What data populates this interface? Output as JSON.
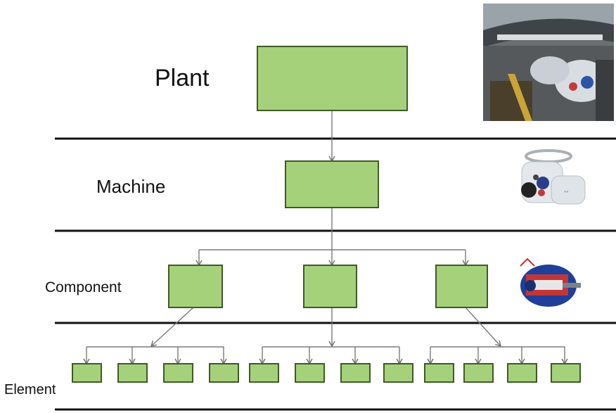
{
  "levels": {
    "plant": "Plant",
    "machine": "Machine",
    "component": "Component",
    "element": "Element"
  },
  "colors": {
    "box_fill": "#a6d17b",
    "box_stroke": "#3f5a25",
    "connector": "#7a7a7a",
    "divider": "#111111"
  },
  "icons": {
    "plant": "industrial-plant-photo",
    "machine": "valve-actuator-photo",
    "component": "electric-motor-cutaway-photo"
  }
}
